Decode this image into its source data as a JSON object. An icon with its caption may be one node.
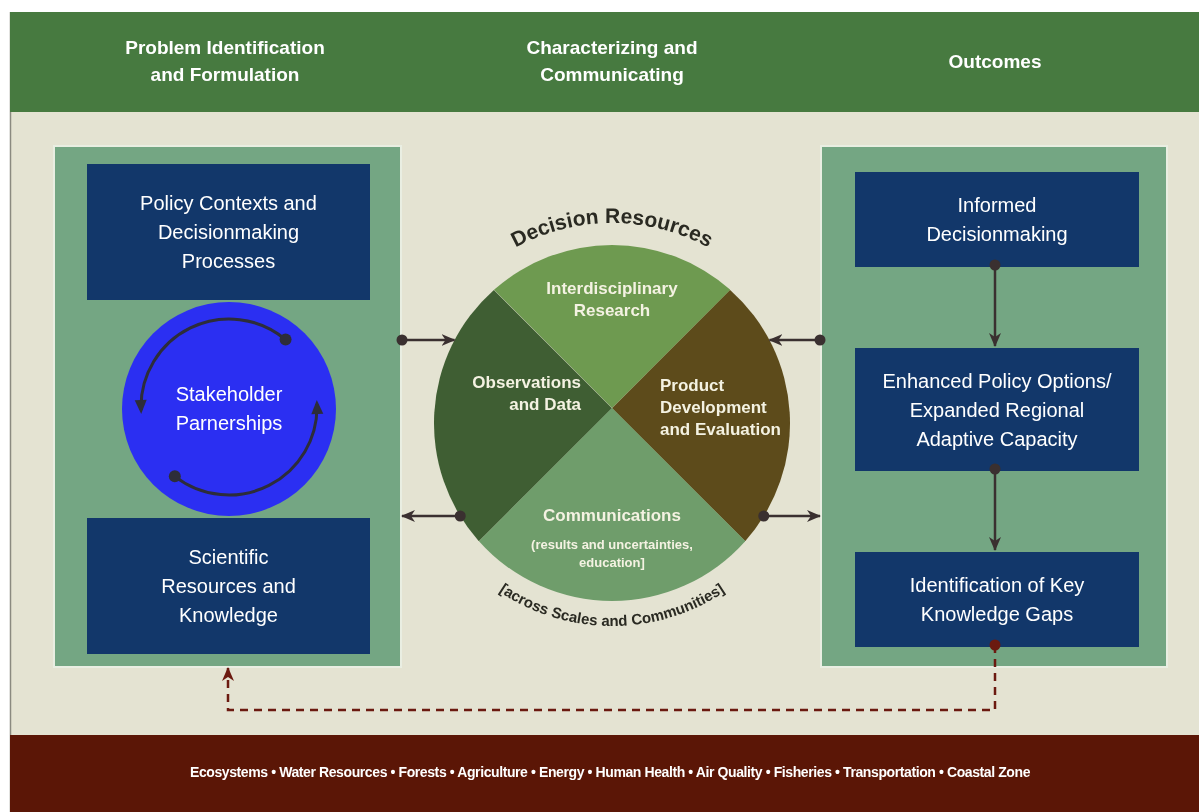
{
  "diagram": {
    "nodes": [
      {
        "text": [],
        "shape": "box"
      },
      {
        "text": [
          "Policy Contexts and Decisionmaking Processes"
        ],
        "in": 0
      },
      {
        "text": [
          "Stakeholder Parnerships"
        ],
        "in": 0
      },
      {
        "text": [
          "Scientific Resources and Knowledge"
        ],
        "in": 0
      },
      {
        "text": [
          "Decision Resources",
          "[across Scales and Communities]"
        ]
      },
      {
        "text": [
          "Interdisciplinary Research"
        ],
        "in": 4
      },
      {
        "text": [
          "Observations and Data"
        ],
        "in": 4
      },
      {
        "text": [
          "Product Development and Evaluation"
        ],
        "in": 4
      },
      {
        "text": [
          "Communications",
          "(results and uncertainties, education]"
        ],
        "in": 4
      },
      {
        "text": [],
        "shape": "box"
      },
      {
        "text": [
          "Informed Decisionmaking"
        ],
        "in": 9
      },
      {
        "text": [
          "Enhanced Policy Options/ Expanded Regional Adaptive Capacity"
        ],
        "in": 9
      },
      {
        "text": [
          "Identification of Key Knowledge Gaps"
        ],
        "in": 9
      }
    ],
    "edges": [
      {
        "from": 0,
        "to": 4,
        "arrow": "to"
      },
      {
        "from": 9,
        "to": 4,
        "arrow": "to"
      },
      {
        "from": 4,
        "to": 0,
        "arrow": "to"
      },
      {
        "from": 4,
        "to": 9,
        "arrow": "to"
      },
      {
        "from": 10,
        "to": 11,
        "arrow": "to"
      },
      {
        "from": 11,
        "to": 12,
        "arrow": "to"
      },
      {
        "from": 12,
        "to": 0,
        "arrow": "to",
        "style": "dashed",
        "color": "#6b1a10"
      }
    ],
    "labels": [
      "Problem Identification and Formulation",
      "Characterizing and Communicating",
      "Outcomes",
      "Ecosystems • Water Resources • Forests • Agriculture • Energy • Human Health • Air Quality • Fisheries • Transportation • Coastal Zone"
    ]
  }
}
